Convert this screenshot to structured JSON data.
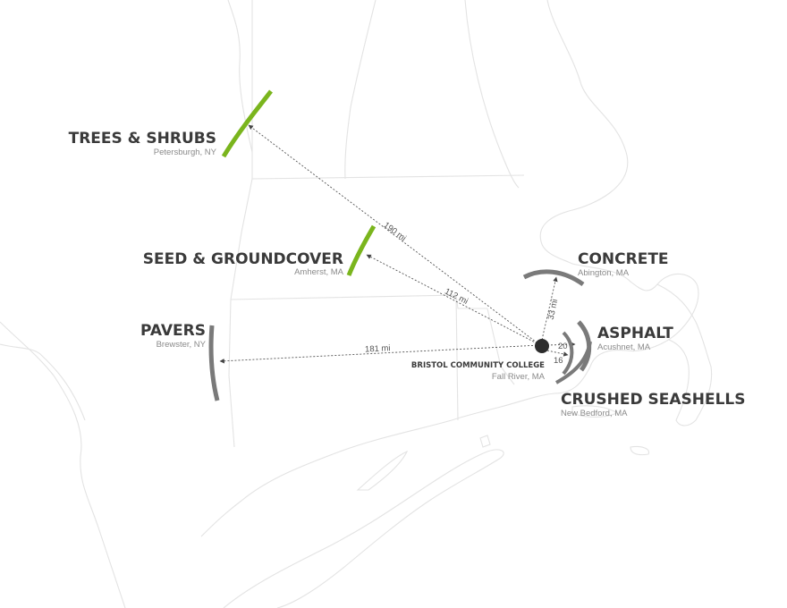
{
  "colors": {
    "green": "#7ab51d",
    "gray": "#7a7a7a",
    "dot": "#2c2c2c",
    "background": "#ffffff"
  },
  "origin": {
    "name": "BRISTOL COMMUNITY COLLEGE",
    "location": "Fall River, MA"
  },
  "sources": [
    {
      "key": "trees",
      "name": "TREES & SHRUBS",
      "location": "Petersburgh, NY",
      "distance": "190 mi",
      "color": "green"
    },
    {
      "key": "seed",
      "name": "SEED & GROUNDCOVER",
      "location": "Amherst, MA",
      "distance": "112 mi",
      "color": "green"
    },
    {
      "key": "pavers",
      "name": "PAVERS",
      "location": "Brewster, NY",
      "distance": "181 mi",
      "color": "gray"
    },
    {
      "key": "concrete",
      "name": "CONCRETE",
      "location": "Abington, MA",
      "distance": "33 mi",
      "color": "gray"
    },
    {
      "key": "asphalt",
      "name": "ASPHALT",
      "location": "Acushnet, MA",
      "distance": "20",
      "color": "gray"
    },
    {
      "key": "seashells",
      "name": "CRUSHED SEASHELLS",
      "location": "New Bedford, MA",
      "distance": "16",
      "color": "gray"
    }
  ]
}
